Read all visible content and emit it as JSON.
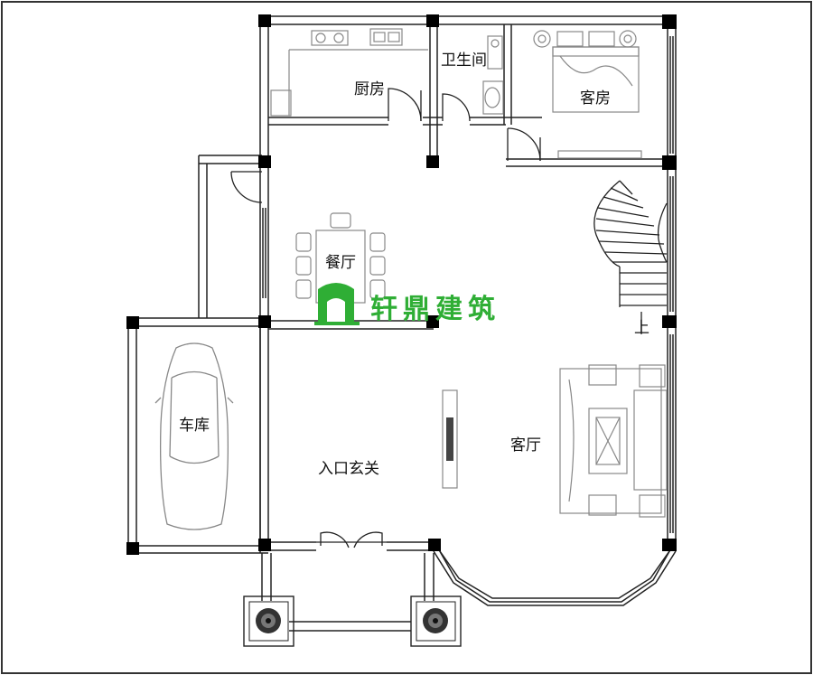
{
  "rooms": {
    "kitchen": "厨房",
    "bathroom": "卫生间",
    "guest_room": "客房",
    "dining": "餐厅",
    "garage": "车库",
    "entrance": "入口玄关",
    "living": "客厅",
    "stair_up": "上"
  },
  "watermark": {
    "text": "轩鼎建筑",
    "color": "#2fae35"
  },
  "colors": {
    "wall": "#000000",
    "line": "#222222",
    "furniture": "#8a8a8a",
    "frame": "#333333"
  }
}
